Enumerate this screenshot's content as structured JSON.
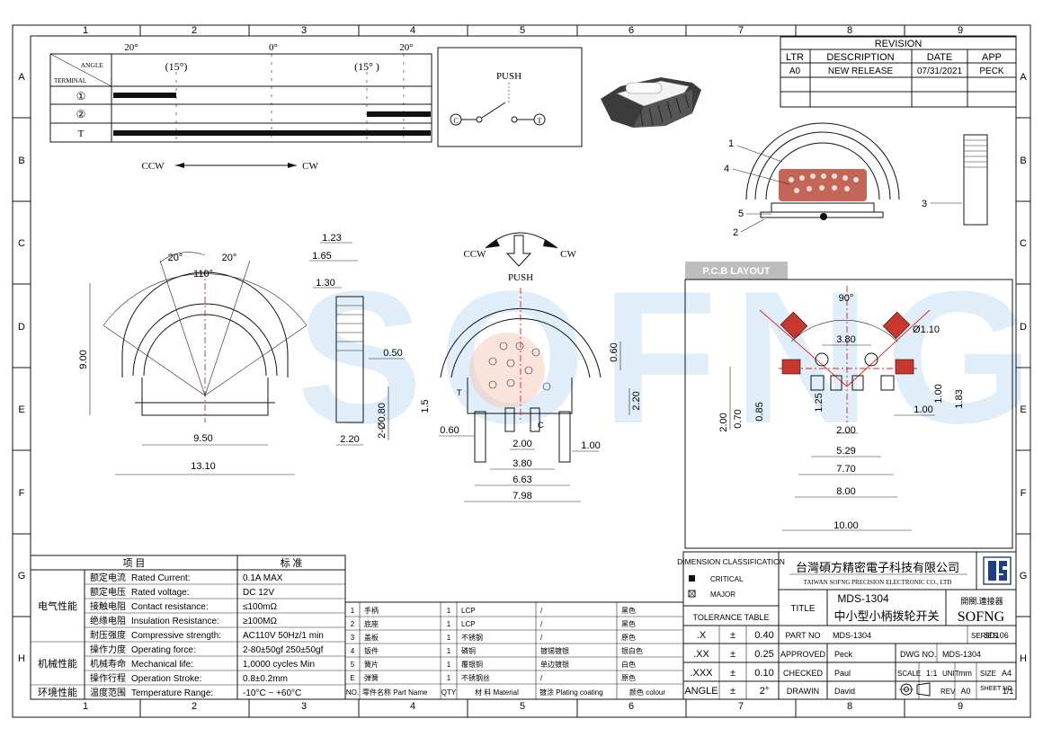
{
  "col_numbers": [
    "1",
    "2",
    "3",
    "4",
    "5",
    "6",
    "7",
    "8",
    "9"
  ],
  "row_letters": [
    "A",
    "B",
    "C",
    "D",
    "E",
    "F",
    "G",
    "H"
  ],
  "watermark": "SOFNG",
  "angle_chart": {
    "corner_top": "ANGLE",
    "corner_bottom": "TERMINAL",
    "top_left": "20°",
    "top_center": "0°",
    "top_right": "20°",
    "mark_left": "(15°)",
    "mark_right": "(15° )",
    "rows": [
      "①",
      "②",
      "T"
    ],
    "direction_left": "CCW",
    "direction_right": "CW"
  },
  "schematic": {
    "label": "PUSH",
    "term_c": "C",
    "term_t": "T"
  },
  "revision": {
    "title": "REVISION",
    "headers": [
      "LTR",
      "DESCRIPTION",
      "DATE",
      "APP"
    ],
    "rows": [
      [
        "A0",
        "NEW RELEASE",
        "07/31/2021",
        "PECK"
      ]
    ]
  },
  "callouts": {
    "c1": "1",
    "c2": "2",
    "c3": "3",
    "c4": "4",
    "c5": "5"
  },
  "front_view": {
    "angle_left": "20°",
    "angle_right": "20°",
    "angle_total": "110°",
    "height": "9.00",
    "inner_width": "9.50",
    "total_width": "13.10"
  },
  "side_view": {
    "d123": "1.23",
    "d165": "1.65",
    "d130": "1.30",
    "d050": "0.50",
    "d080": "2-Ø0.80",
    "d220": "2.20"
  },
  "push_view": {
    "ccw": "CCW",
    "cw": "CW",
    "push": "PUSH",
    "d060v": "0.60",
    "d220": "2.20",
    "d15": "1.5",
    "d060": "0.60",
    "d200": "2.00",
    "d100": "1.00",
    "d380": "3.80",
    "d663": "6.63",
    "d798": "7.98",
    "label_c": "C",
    "label_t": "T"
  },
  "pcb": {
    "title": "P.C.B LAYOUT",
    "angle": "90°",
    "hole": "Ø1.10",
    "d380": "3.80",
    "d200v": "2.00",
    "d070": "0.70",
    "d085": "0.85",
    "d125": "1.25",
    "d200": "2.00",
    "d100v": "1.00",
    "d183": "1.83",
    "d100": "1.00",
    "d529": "5.29",
    "d770": "7.70",
    "d800": "8.00",
    "d1000": "10.00"
  },
  "spec_table": {
    "header_item": "项   目",
    "header_std": "标   准",
    "groups": [
      {
        "name": "电气性能",
        "rows": [
          {
            "cn": "额定电流",
            "en": "Rated Current:",
            "val": "0.1A MAX"
          },
          {
            "cn": "额定电压",
            "en": "Rated voltage:",
            "val": "DC 12V"
          },
          {
            "cn": "接触电阻",
            "en": "Contact resistance:",
            "val": "≤100mΩ"
          },
          {
            "cn": "绝缘电阻",
            "en": "Insulation Resistance:",
            "val": "≥100MΩ"
          },
          {
            "cn": "耐压强度",
            "en": "Compressive strength:",
            "val": "AC110V  50Hz/1 min"
          }
        ]
      },
      {
        "name": "机械性能",
        "rows": [
          {
            "cn": "操作力度",
            "en": "Operating force:",
            "val": "2-80±50gf   250±50gf"
          },
          {
            "cn": "机械寿命",
            "en": "Mechanical life:",
            "val": "1,0000 cycles Min"
          },
          {
            "cn": "操作行程",
            "en": "Operation Stroke:",
            "val": "0.8±0.2mm"
          }
        ]
      },
      {
        "name": "环境性能",
        "rows": [
          {
            "cn": "温度范围",
            "en": "Temperature Range:",
            "val": "-10°C ~ +60°C"
          }
        ]
      }
    ]
  },
  "parts_table": {
    "rows": [
      [
        "1",
        "手柄",
        "1",
        "LCP",
        "/",
        "黑色"
      ],
      [
        "2",
        "底座",
        "1",
        "LCP",
        "/",
        "黑色"
      ],
      [
        "3",
        "盖板",
        "1",
        "不锈钢",
        "/",
        "原色"
      ],
      [
        "4",
        "钣件",
        "1",
        "磷铜",
        "镀锡镀银",
        "银白色"
      ],
      [
        "5",
        "簧片",
        "1",
        "覆银铜",
        "单边镀银",
        "白色"
      ],
      [
        "E",
        "弹簧",
        "1",
        "不锈钢丝",
        "/",
        "原色"
      ]
    ],
    "footer": [
      "NO.",
      "零件名称 Part Name",
      "QTY",
      "材  料 Material",
      "镀涂 Plating coating",
      "颜色  colour"
    ]
  },
  "title_block": {
    "dim_title": "DIMENSION  CLASSIFICATION",
    "critical": "CRITICAL",
    "major": "MAJOR",
    "tol_title": "TOLERANCE  TABLE",
    "tols": [
      [
        ".X",
        "±",
        "0.40"
      ],
      [
        ".XX",
        "±",
        "0.25"
      ],
      [
        ".XXX",
        "±",
        "0.10"
      ],
      [
        "ANGLE",
        "±",
        "2°"
      ]
    ],
    "company_cn": "台灣碩方精密電子科技有限公司",
    "company_en": "TAIWAN SOFNG PRECISION ELECTRONIC CO., LTD",
    "title_label": "TITLE",
    "model": "MDS-1304",
    "name_cn": "中小型小柄拨轮开关",
    "brand_tag": "開關.連接器",
    "brand": "SOFNG",
    "part_no_label": "PART NO",
    "part_no": "MDS-1304",
    "series_label": "SERIES",
    "series": "SD106",
    "approved_label": "APPROVED",
    "approved": "Peck",
    "checked_label": "CHECKED",
    "checked": "Paul",
    "drawn_label": "DRAWIN",
    "drawn": "David",
    "dwg_label": "DWG NO.",
    "dwg": "MDS-1304",
    "scale_label": "SCALE",
    "scale": "1:1",
    "unit_label": "UNIT",
    "unit": "mm",
    "size_label": "SIZE",
    "size": "A4",
    "rev_label": "REV",
    "rev": "A0",
    "sheet_label": "SHEET NO.",
    "sheet": "1/1"
  },
  "colors": {
    "accent_red": "#e02020",
    "watermark": "#cfe6f5",
    "pcb_title_bg": "#bdbdbd"
  }
}
